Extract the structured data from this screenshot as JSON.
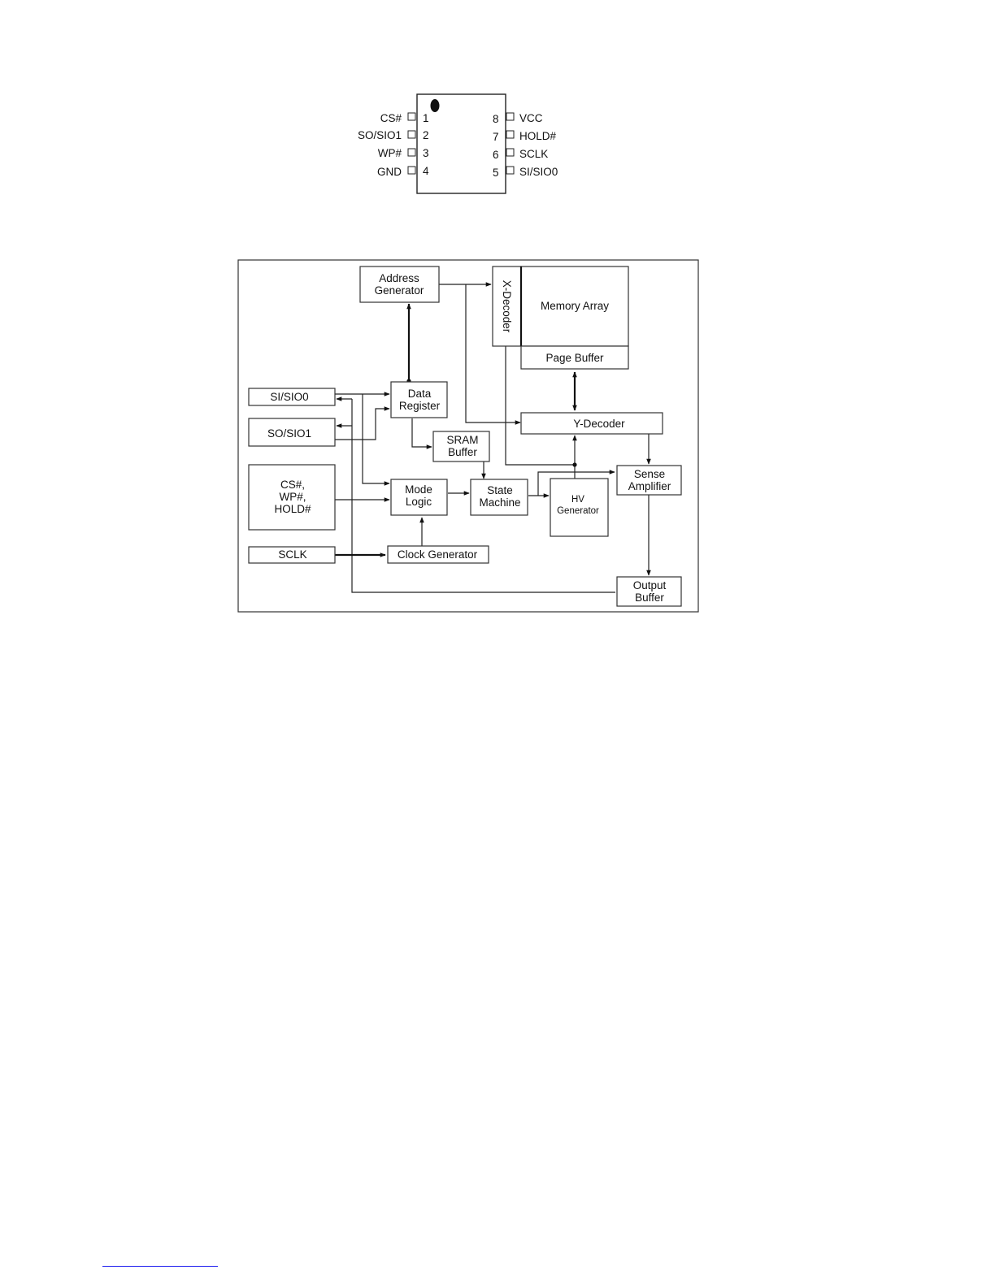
{
  "package": {
    "left_pins": [
      {
        "label": "CS#",
        "num": "1"
      },
      {
        "label": "SO/SIO1",
        "num": "2"
      },
      {
        "label": "WP#",
        "num": "3"
      },
      {
        "label": "GND",
        "num": "4"
      }
    ],
    "right_pins": [
      {
        "label": "VCC",
        "num": "8"
      },
      {
        "label": "HOLD#",
        "num": "7"
      },
      {
        "label": "SCLK",
        "num": "6"
      },
      {
        "label": "SI/SIO0",
        "num": "5"
      }
    ]
  },
  "block_diagram": {
    "blocks": {
      "address_generator": [
        "Address",
        "Generator"
      ],
      "x_decoder": "X-Decoder",
      "memory_array": "Memory Array",
      "page_buffer": "Page Buffer",
      "si_sio0": "SI/SIO0",
      "so_sio1": "SO/SIO1",
      "data_register": [
        "Data",
        "Register"
      ],
      "y_decoder": "Y-Decoder",
      "sram_buffer": [
        "SRAM",
        "Buffer"
      ],
      "control_pins": [
        "CS#,",
        "WP#,",
        "HOLD#"
      ],
      "mode_logic": [
        "Mode",
        "Logic"
      ],
      "state_machine": [
        "State",
        "Machine"
      ],
      "hv_generator": [
        "HV",
        "Generator"
      ],
      "sense_amplifier": [
        "Sense",
        "Amplifier"
      ],
      "sclk": "SCLK",
      "clock_generator": "Clock Generator",
      "output_buffer": [
        "Output",
        "Buffer"
      ]
    }
  }
}
